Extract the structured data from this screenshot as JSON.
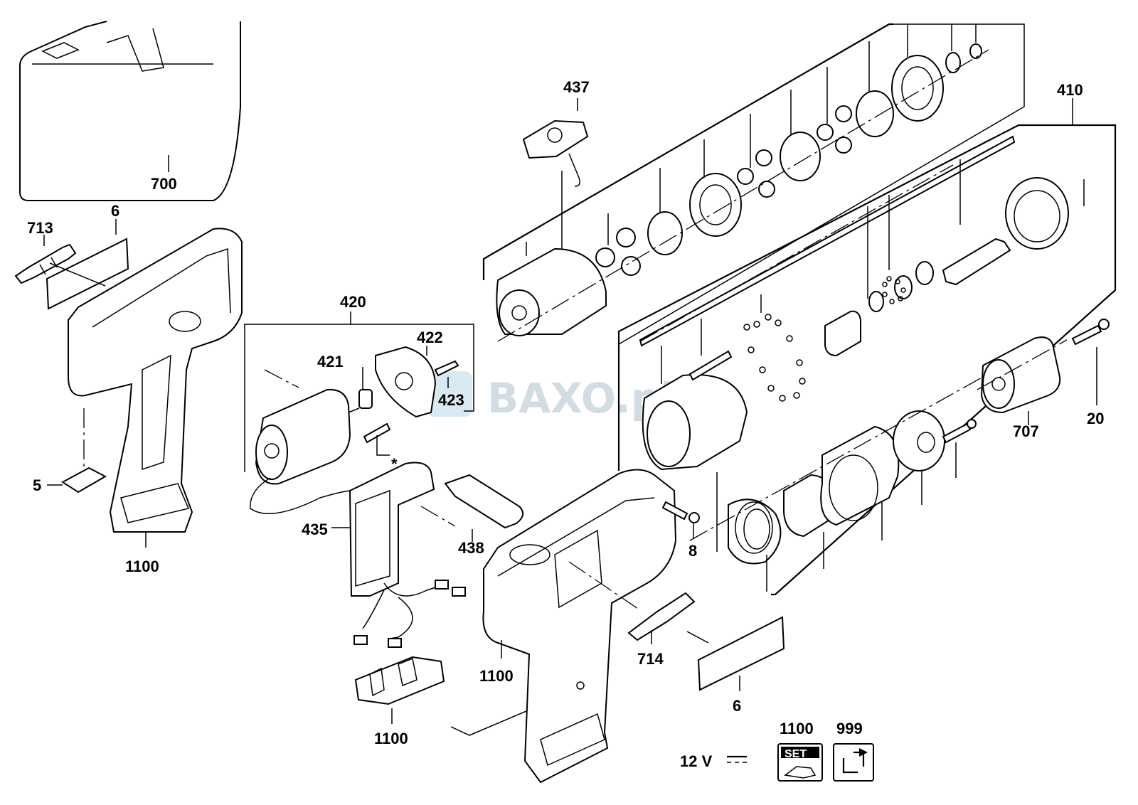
{
  "diagram": {
    "labels": {
      "l700": "700",
      "l713": "713",
      "l6a": "6",
      "l5": "5",
      "l1100a": "1100",
      "l420": "420",
      "l421": "421",
      "l422": "422",
      "l423": "423",
      "l435": "435",
      "l438": "438",
      "l437": "437",
      "l410": "410",
      "l8": "8",
      "l1100b": "1100",
      "l714": "714",
      "l1100c": "1100",
      "l6b": "6",
      "l707": "707",
      "l20": "20",
      "l1100d": "1100",
      "l999": "999",
      "voltage": "12 V",
      "set": "SET",
      "asterisk": "*"
    },
    "watermark": "BAXO.pl"
  }
}
